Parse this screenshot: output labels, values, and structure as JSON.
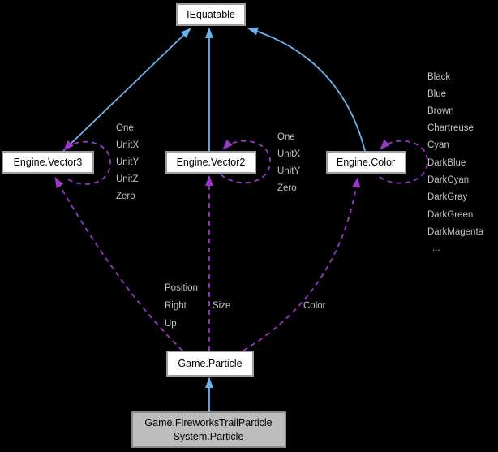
{
  "diagram": {
    "type": "class-collaboration-graph",
    "nodes": {
      "iequatable": {
        "label": "IEquatable"
      },
      "vector3": {
        "label": "Engine.Vector3"
      },
      "vector2": {
        "label": "Engine.Vector2"
      },
      "color": {
        "label": "Engine.Color"
      },
      "particle": {
        "label": "Game.Particle"
      },
      "fireworks": {
        "line1": "Game.FireworksTrailParticle",
        "line2": "System.Particle"
      }
    },
    "self_labels": {
      "vector3": [
        "One",
        "UnitX",
        "UnitY",
        "UnitZ",
        "Zero"
      ],
      "vector2": [
        "One",
        "UnitX",
        "UnitY",
        "Zero"
      ],
      "color": [
        "Black",
        "Blue",
        "Brown",
        "Chartreuse",
        "Cyan",
        "DarkBlue",
        "DarkCyan",
        "DarkGray",
        "DarkGreen",
        "DarkMagenta",
        "..."
      ]
    },
    "edge_labels": {
      "particle_vector3": [
        "Position",
        "Right",
        "Up"
      ],
      "particle_vector2": [
        "Size"
      ],
      "particle_color": [
        "Color"
      ]
    },
    "colors": {
      "background": "#000000",
      "inheritance_edge": "#6cb2ef",
      "collaboration_edge": "#9b35ce",
      "label_text": "#c4c4c4",
      "node_fill": "#ffffff",
      "node_border": "#9e9e9e",
      "node_text": "#000000",
      "highlight_fill": "#bdbdbd",
      "highlight_border": "#8a8a8a"
    }
  }
}
